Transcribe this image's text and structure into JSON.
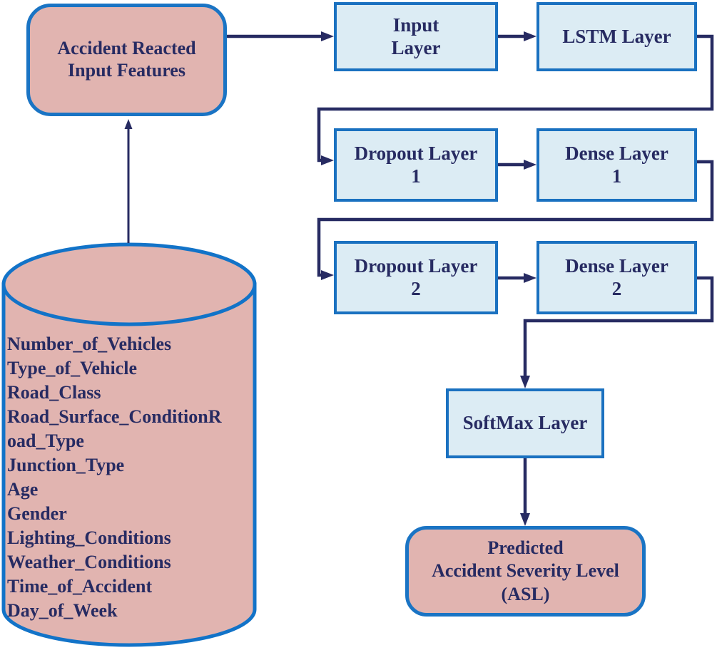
{
  "diagram": {
    "type": "flowchart",
    "description_visible_text_only": true,
    "colors": {
      "process_box_fill": "#dcecf4",
      "process_box_border": "#1a71c0",
      "terminal_fill": "#e1b4b0",
      "terminal_border": "#1a74c4",
      "cylinder_fill": "#e1b4b0",
      "cylinder_border": "#1273c8",
      "text_and_arrows": "#272b62",
      "background": "#ffffff"
    },
    "nodes": {
      "features": {
        "label": "Accident Reacted\nInput Features",
        "shape": "rounded-rectangle",
        "fill": "pink"
      },
      "input": {
        "label": "Input\nLayer",
        "shape": "rectangle",
        "fill": "blue"
      },
      "lstm": {
        "label": "LSTM Layer",
        "shape": "rectangle",
        "fill": "blue"
      },
      "dropout1": {
        "label": "Dropout Layer\n1",
        "shape": "rectangle",
        "fill": "blue"
      },
      "dense1": {
        "label": "Dense Layer\n1",
        "shape": "rectangle",
        "fill": "blue"
      },
      "dropout2": {
        "label": "Dropout Layer\n2",
        "shape": "rectangle",
        "fill": "blue"
      },
      "dense2": {
        "label": "Dense Layer\n2",
        "shape": "rectangle",
        "fill": "blue"
      },
      "softmax": {
        "label": "SoftMax Layer",
        "shape": "rectangle",
        "fill": "blue"
      },
      "predicted": {
        "label": "Predicted\nAccident Severity Level\n(ASL)",
        "shape": "rounded-rectangle",
        "fill": "pink"
      }
    },
    "database": {
      "shape": "cylinder",
      "fill": "pink",
      "features": [
        "Number_of_Vehicles",
        "Type_of_Vehicle",
        "Road_Class",
        "Road_Surface_ConditionR",
        "oad_Type",
        "Junction_Type",
        "Age",
        "Gender",
        "Lighting_Conditions",
        "Weather_Conditions",
        "Time_of_Accident",
        "Day_of_Week"
      ]
    },
    "edges": [
      {
        "from": "features",
        "to": "input"
      },
      {
        "from": "input",
        "to": "lstm"
      },
      {
        "from": "lstm",
        "to": "dropout1"
      },
      {
        "from": "dropout1",
        "to": "dense1"
      },
      {
        "from": "dense1",
        "to": "dropout2"
      },
      {
        "from": "dropout2",
        "to": "dense2"
      },
      {
        "from": "dense2",
        "to": "softmax"
      },
      {
        "from": "softmax",
        "to": "predicted"
      },
      {
        "from": "database",
        "to": "features"
      }
    ]
  }
}
